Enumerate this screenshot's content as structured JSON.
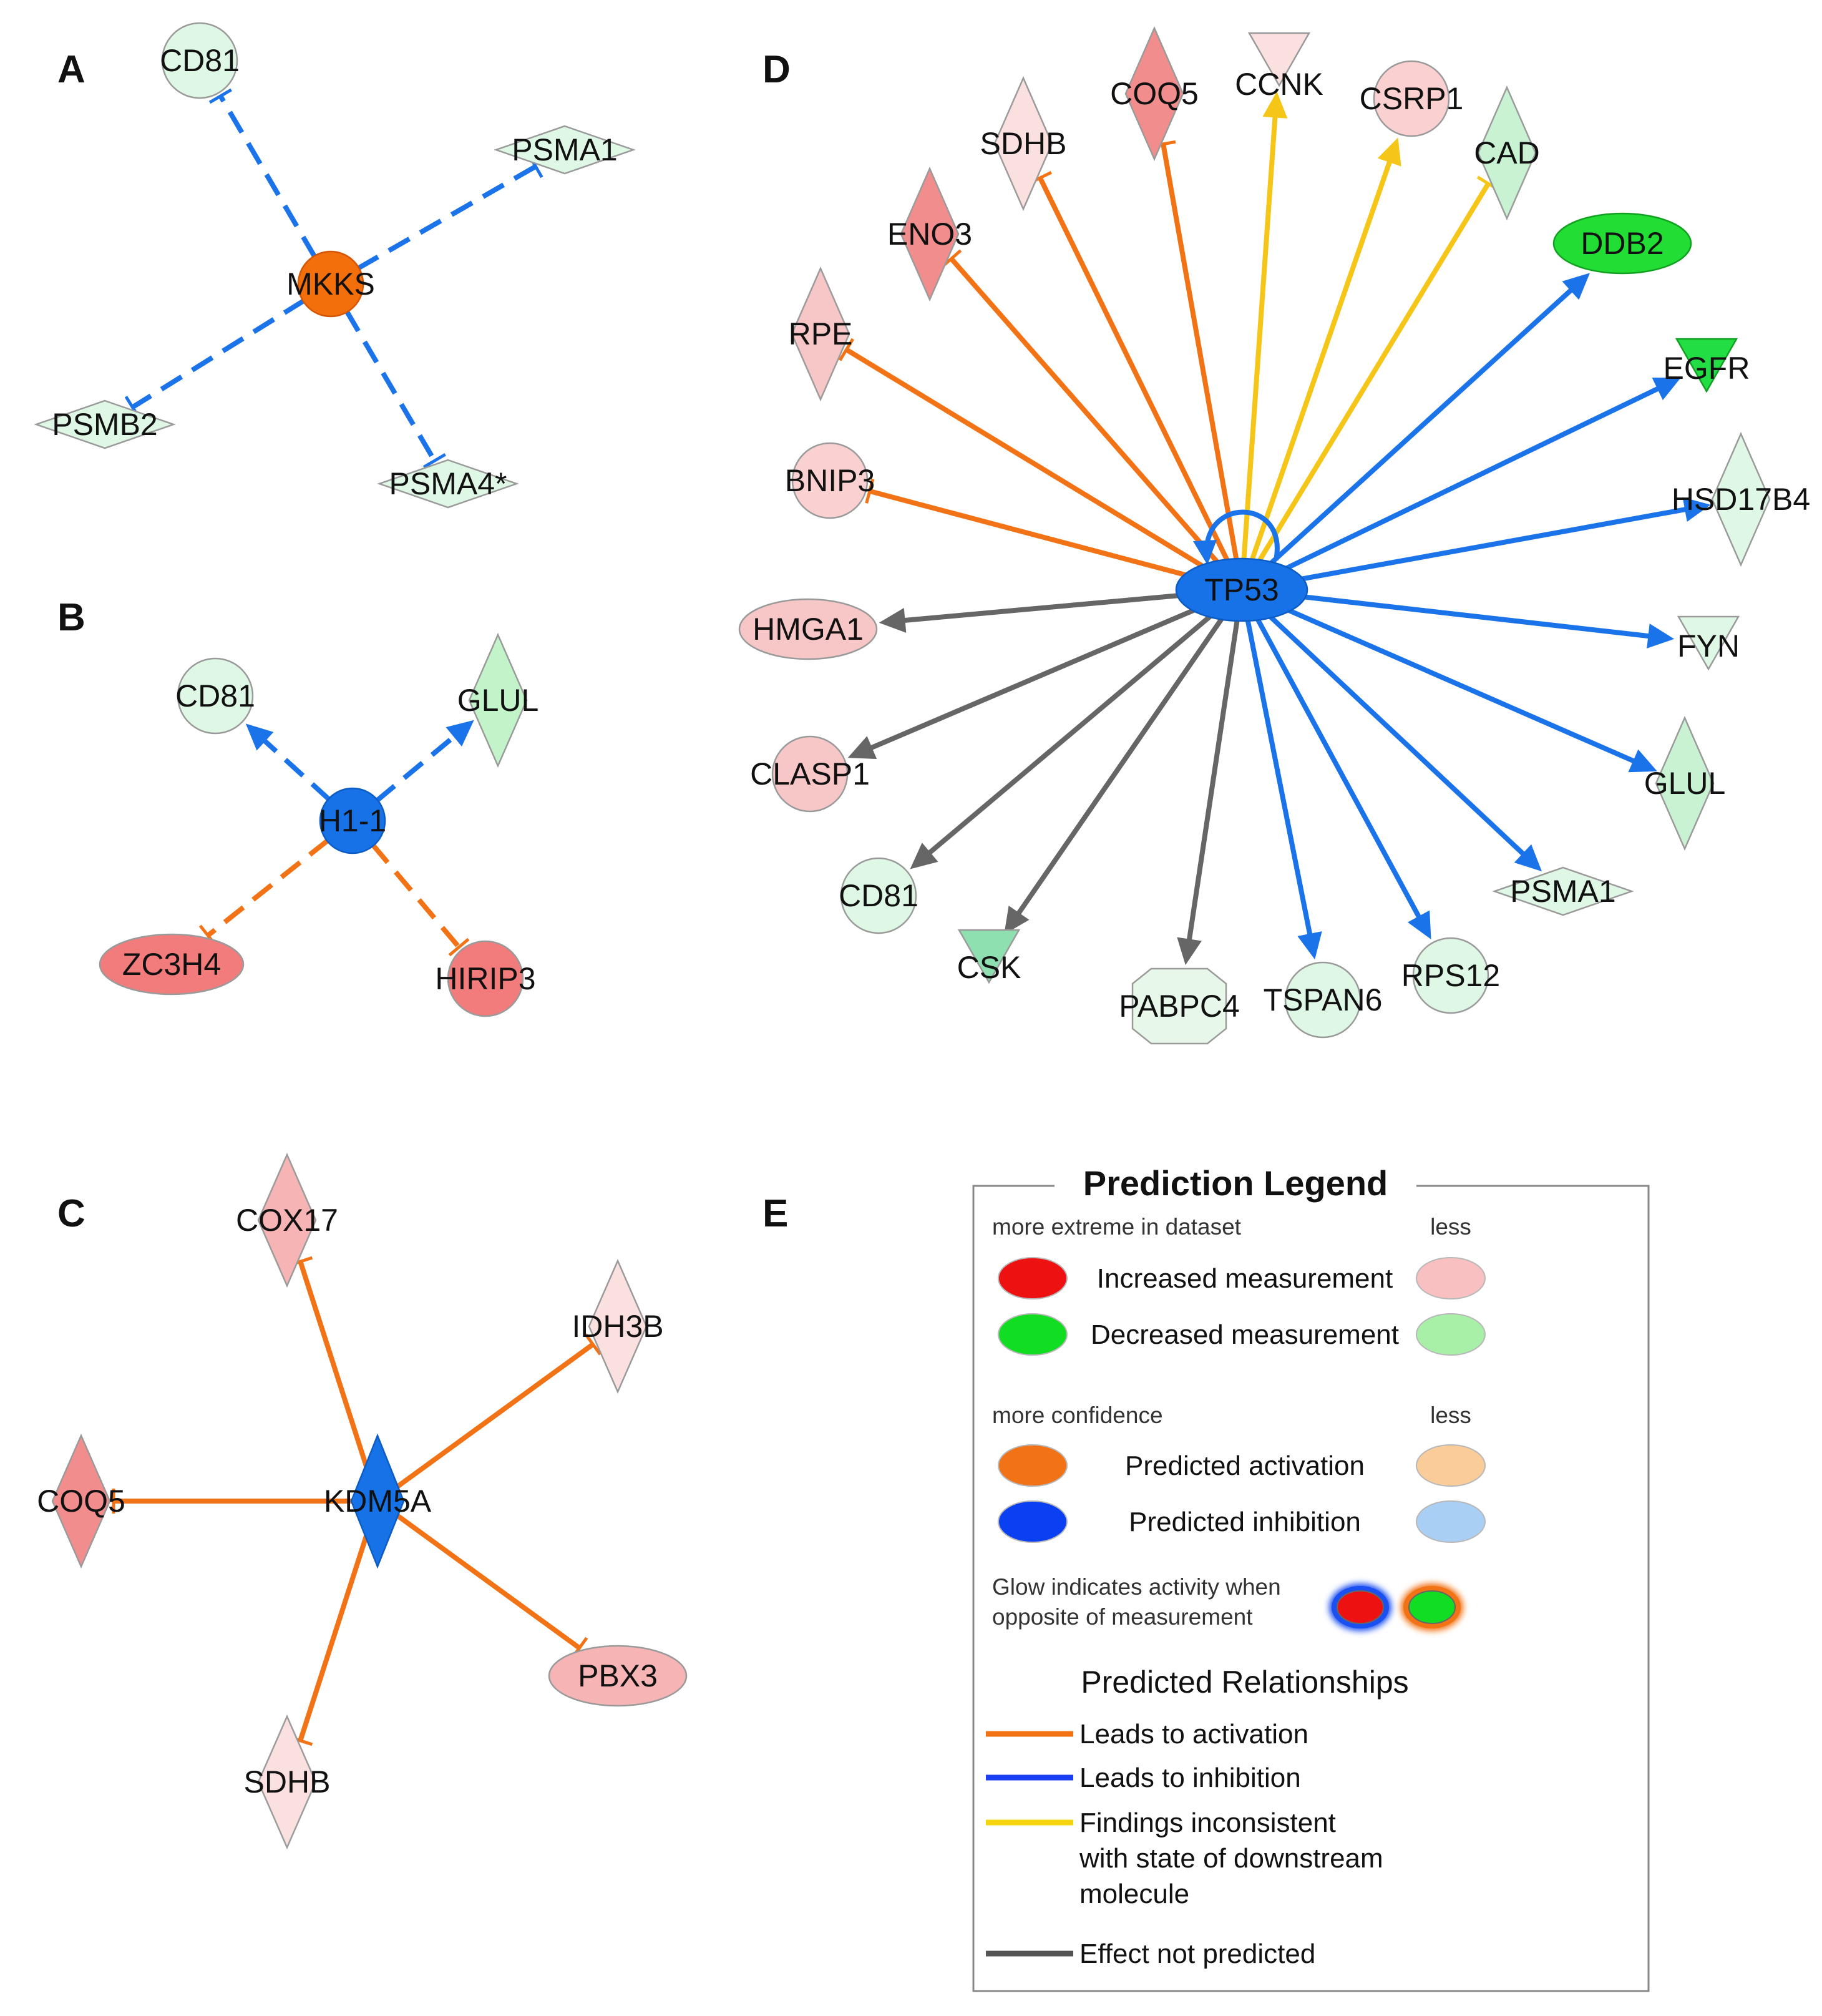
{
  "panels": [
    {
      "id": "A",
      "label": "A",
      "hub": {
        "id": "A_MKKS",
        "label": "MKKS",
        "shape": "circle",
        "fill": "#f26f0c",
        "stroke": "#d55500"
      },
      "nodes": [
        {
          "id": "A_CD81",
          "label": "CD81",
          "shape": "circle",
          "fill": "#dff7e5",
          "stroke": "#9a9a9a"
        },
        {
          "id": "A_PSMA1",
          "label": "PSMA1",
          "shape": "flatdiamond",
          "fill": "#dff7e5",
          "stroke": "#9a9a9a"
        },
        {
          "id": "A_PSMB2",
          "label": "PSMB2",
          "shape": "flatdiamond",
          "fill": "#dff7e5",
          "stroke": "#9a9a9a"
        },
        {
          "id": "A_PSMA4",
          "label": "PSMA4*",
          "shape": "flatdiamond",
          "fill": "#dff7e5",
          "stroke": "#9a9a9a"
        }
      ],
      "edges": [
        {
          "from": "A_MKKS",
          "to": "A_CD81",
          "color": "#1a73e8",
          "dashed": true,
          "head": "bar"
        },
        {
          "from": "A_MKKS",
          "to": "A_PSMA1",
          "color": "#1a73e8",
          "dashed": true,
          "head": "bar"
        },
        {
          "from": "A_MKKS",
          "to": "A_PSMB2",
          "color": "#1a73e8",
          "dashed": true,
          "head": "bar"
        },
        {
          "from": "A_MKKS",
          "to": "A_PSMA4",
          "color": "#1a73e8",
          "dashed": true,
          "head": "bar"
        }
      ]
    },
    {
      "id": "B",
      "label": "B",
      "hub": {
        "id": "B_H11",
        "label": "H1-1",
        "shape": "circle",
        "fill": "#1672e6",
        "stroke": "#0d5cc4"
      },
      "nodes": [
        {
          "id": "B_CD81",
          "label": "CD81",
          "shape": "circle",
          "fill": "#dff7e5",
          "stroke": "#9a9a9a"
        },
        {
          "id": "B_GLUL",
          "label": "GLUL",
          "shape": "diamond",
          "fill": "#c2f3c9",
          "stroke": "#9a9a9a"
        },
        {
          "id": "B_ZC3H4",
          "label": "ZC3H4",
          "shape": "ellipse",
          "fill": "#f27b7b",
          "stroke": "#9a9a9a"
        },
        {
          "id": "B_HIRIP3",
          "label": "HIRIP3",
          "shape": "circle",
          "fill": "#f27b7b",
          "stroke": "#9a9a9a"
        }
      ],
      "edges": [
        {
          "from": "B_H11",
          "to": "B_CD81",
          "color": "#1a73e8",
          "dashed": true,
          "head": "arrow"
        },
        {
          "from": "B_H11",
          "to": "B_GLUL",
          "color": "#1a73e8",
          "dashed": true,
          "head": "arrow"
        },
        {
          "from": "B_H11",
          "to": "B_ZC3H4",
          "color": "#f27216",
          "dashed": true,
          "head": "bar"
        },
        {
          "from": "B_H11",
          "to": "B_HIRIP3",
          "color": "#f27216",
          "dashed": true,
          "head": "bar"
        }
      ]
    },
    {
      "id": "C",
      "label": "C",
      "hub": {
        "id": "C_KDM5A",
        "label": "KDM5A",
        "shape": "diamond",
        "fill": "#1672e6",
        "stroke": "#0d5cc4"
      },
      "nodes": [
        {
          "id": "C_COX17",
          "label": "COX17",
          "shape": "diamond",
          "fill": "#f7b4b4",
          "stroke": "#9a9a9a"
        },
        {
          "id": "C_IDH3B",
          "label": "IDH3B",
          "shape": "diamond",
          "fill": "#fbe0e0",
          "stroke": "#9a9a9a"
        },
        {
          "id": "C_COQ5",
          "label": "COQ5",
          "shape": "diamond",
          "fill": "#f28d8d",
          "stroke": "#9a9a9a"
        },
        {
          "id": "C_PBX3",
          "label": "PBX3",
          "shape": "ellipse",
          "fill": "#f7b4b4",
          "stroke": "#9a9a9a"
        },
        {
          "id": "C_SDHB",
          "label": "SDHB",
          "shape": "diamond",
          "fill": "#fbe0e0",
          "stroke": "#9a9a9a"
        }
      ],
      "edges": [
        {
          "from": "C_KDM5A",
          "to": "C_COX17",
          "color": "#f27216",
          "dashed": false,
          "head": "bar"
        },
        {
          "from": "C_KDM5A",
          "to": "C_IDH3B",
          "color": "#f27216",
          "dashed": false,
          "head": "bar"
        },
        {
          "from": "C_KDM5A",
          "to": "C_COQ5",
          "color": "#f27216",
          "dashed": false,
          "head": "bar"
        },
        {
          "from": "C_KDM5A",
          "to": "C_PBX3",
          "color": "#f27216",
          "dashed": false,
          "head": "bar"
        },
        {
          "from": "C_KDM5A",
          "to": "C_SDHB",
          "color": "#f27216",
          "dashed": false,
          "head": "bar"
        }
      ]
    },
    {
      "id": "D",
      "label": "D",
      "hub": {
        "id": "D_TP53",
        "label": "TP53",
        "shape": "ellipse",
        "fill": "#1672e6",
        "stroke": "#0d5cc4"
      },
      "self_loop_color": "#1a73e8",
      "nodes": [
        {
          "id": "D_SDHB",
          "label": "SDHB",
          "shape": "diamond",
          "fill": "#fbe0e0",
          "stroke": "#9a9a9a"
        },
        {
          "id": "D_COQ5",
          "label": "COQ5",
          "shape": "diamond",
          "fill": "#f28d8d",
          "stroke": "#9a9a9a"
        },
        {
          "id": "D_CCNK",
          "label": "CCNK",
          "shape": "triangle",
          "fill": "#fbe0e0",
          "stroke": "#9a9a9a"
        },
        {
          "id": "D_CSRP1",
          "label": "CSRP1",
          "shape": "circle",
          "fill": "#fbd0d0",
          "stroke": "#9a9a9a"
        },
        {
          "id": "D_CAD",
          "label": "CAD",
          "shape": "diamond",
          "fill": "#c9f2d2",
          "stroke": "#9a9a9a"
        },
        {
          "id": "D_ENO3",
          "label": "ENO3",
          "shape": "diamond",
          "fill": "#f28d8d",
          "stroke": "#9a9a9a"
        },
        {
          "id": "D_DDB2",
          "label": "DDB2",
          "shape": "ellipse",
          "fill": "#22dd33",
          "stroke": "#12a020"
        },
        {
          "id": "D_RPE",
          "label": "RPE",
          "shape": "diamond",
          "fill": "#f7c6c6",
          "stroke": "#9a9a9a"
        },
        {
          "id": "D_EGFR",
          "label": "EGFR",
          "shape": "triangle",
          "fill": "#22dd44",
          "stroke": "#12a020"
        },
        {
          "id": "D_BNIP3",
          "label": "BNIP3",
          "shape": "circle",
          "fill": "#fbd0d0",
          "stroke": "#9a9a9a"
        },
        {
          "id": "D_HSD17B4",
          "label": "HSD17B4",
          "shape": "diamond",
          "fill": "#dff7e5",
          "stroke": "#9a9a9a"
        },
        {
          "id": "D_HMGA1",
          "label": "HMGA1",
          "shape": "ellipse",
          "fill": "#f7c6c6",
          "stroke": "#9a9a9a"
        },
        {
          "id": "D_FYN",
          "label": "FYN",
          "shape": "triangle",
          "fill": "#dff7e5",
          "stroke": "#9a9a9a"
        },
        {
          "id": "D_CLASP1",
          "label": "CLASP1",
          "shape": "circle",
          "fill": "#f7c6c6",
          "stroke": "#9a9a9a"
        },
        {
          "id": "D_GLUL",
          "label": "GLUL",
          "shape": "diamond",
          "fill": "#c9f2d2",
          "stroke": "#9a9a9a"
        },
        {
          "id": "D_CD81",
          "label": "CD81",
          "shape": "circle",
          "fill": "#dff7e5",
          "stroke": "#9a9a9a"
        },
        {
          "id": "D_PSMA1",
          "label": "PSMA1",
          "shape": "flatdiamond",
          "fill": "#dff7e5",
          "stroke": "#9a9a9a"
        },
        {
          "id": "D_CSK",
          "label": "CSK",
          "shape": "triangle",
          "fill": "#8fe0b0",
          "stroke": "#9a9a9a"
        },
        {
          "id": "D_PABPC4",
          "label": "PABPC4",
          "shape": "pentagon",
          "fill": "#e7f8ea",
          "stroke": "#9a9a9a"
        },
        {
          "id": "D_TSPAN6",
          "label": "TSPAN6",
          "shape": "circle",
          "fill": "#dff7e5",
          "stroke": "#9a9a9a"
        },
        {
          "id": "D_RPS12",
          "label": "RPS12",
          "shape": "circle",
          "fill": "#dff7e5",
          "stroke": "#9a9a9a"
        }
      ],
      "edges": [
        {
          "from": "D_TP53",
          "to": "D_SDHB",
          "color": "#f27216",
          "dashed": false,
          "head": "bar"
        },
        {
          "from": "D_TP53",
          "to": "D_COQ5",
          "color": "#f27216",
          "dashed": false,
          "head": "bar"
        },
        {
          "from": "D_TP53",
          "to": "D_CCNK",
          "color": "#f5c518",
          "dashed": false,
          "head": "arrow"
        },
        {
          "from": "D_TP53",
          "to": "D_CSRP1",
          "color": "#f5c518",
          "dashed": false,
          "head": "arrow"
        },
        {
          "from": "D_TP53",
          "to": "D_CAD",
          "color": "#f5c518",
          "dashed": false,
          "head": "bar"
        },
        {
          "from": "D_TP53",
          "to": "D_ENO3",
          "color": "#f27216",
          "dashed": false,
          "head": "bar"
        },
        {
          "from": "D_TP53",
          "to": "D_DDB2",
          "color": "#1a73e8",
          "dashed": false,
          "head": "arrow"
        },
        {
          "from": "D_TP53",
          "to": "D_RPE",
          "color": "#f27216",
          "dashed": false,
          "head": "bar"
        },
        {
          "from": "D_TP53",
          "to": "D_EGFR",
          "color": "#1a73e8",
          "dashed": false,
          "head": "arrow"
        },
        {
          "from": "D_TP53",
          "to": "D_BNIP3",
          "color": "#f27216",
          "dashed": false,
          "head": "bar"
        },
        {
          "from": "D_TP53",
          "to": "D_HSD17B4",
          "color": "#1a73e8",
          "dashed": false,
          "head": "arrow"
        },
        {
          "from": "D_TP53",
          "to": "D_HMGA1",
          "color": "#666666",
          "dashed": false,
          "head": "arrow"
        },
        {
          "from": "D_TP53",
          "to": "D_FYN",
          "color": "#1a73e8",
          "dashed": false,
          "head": "arrow"
        },
        {
          "from": "D_TP53",
          "to": "D_CLASP1",
          "color": "#666666",
          "dashed": false,
          "head": "arrow"
        },
        {
          "from": "D_TP53",
          "to": "D_GLUL",
          "color": "#1a73e8",
          "dashed": false,
          "head": "arrow"
        },
        {
          "from": "D_TP53",
          "to": "D_CD81",
          "color": "#666666",
          "dashed": false,
          "head": "arrow"
        },
        {
          "from": "D_TP53",
          "to": "D_PSMA1",
          "color": "#1a73e8",
          "dashed": false,
          "head": "arrow"
        },
        {
          "from": "D_TP53",
          "to": "D_CSK",
          "color": "#666666",
          "dashed": false,
          "head": "arrow"
        },
        {
          "from": "D_TP53",
          "to": "D_PABPC4",
          "color": "#666666",
          "dashed": false,
          "head": "arrow"
        },
        {
          "from": "D_TP53",
          "to": "D_TSPAN6",
          "color": "#1a73e8",
          "dashed": false,
          "head": "arrow"
        },
        {
          "from": "D_TP53",
          "to": "D_RPS12",
          "color": "#1a73e8",
          "dashed": false,
          "head": "arrow"
        }
      ]
    }
  ],
  "panel_e_label": "E",
  "legend": {
    "title": "Prediction Legend",
    "measurement_header_left": "more extreme in dataset",
    "measurement_header_right": "less",
    "measurements": [
      {
        "label": "Increased measurement",
        "strong_color": "#ee1111",
        "weak_color": "#f8c0c0"
      },
      {
        "label": "Decreased measurement",
        "strong_color": "#11dd22",
        "weak_color": "#a8f0a8"
      }
    ],
    "confidence_header_left": "more confidence",
    "confidence_header_right": "less",
    "predictions": [
      {
        "label": "Predicted activation",
        "strong_color": "#f27216",
        "weak_color": "#f9cc99"
      },
      {
        "label": "Predicted inhibition",
        "strong_color": "#0b3ff2",
        "weak_color": "#a9cff5"
      }
    ],
    "glow_text_line1": "Glow indicates activity when",
    "glow_text_line2": "opposite of measurement",
    "glow_examples": [
      {
        "inner_color": "#ee1111",
        "glow_color": "#1a4ff0"
      },
      {
        "inner_color": "#11dd22",
        "glow_color": "#f27216"
      }
    ],
    "relationships_title": "Predicted Relationships",
    "relationships": [
      {
        "lines": [
          "Leads to activation"
        ],
        "color": "#f27216"
      },
      {
        "lines": [
          "Leads to inhibition"
        ],
        "color": "#1a3ff0"
      },
      {
        "lines": [
          "Findings inconsistent",
          "with state of downstream",
          "molecule"
        ],
        "color": "#f5d30f"
      },
      {
        "lines": [
          "Effect not predicted"
        ],
        "color": "#555555"
      }
    ]
  }
}
